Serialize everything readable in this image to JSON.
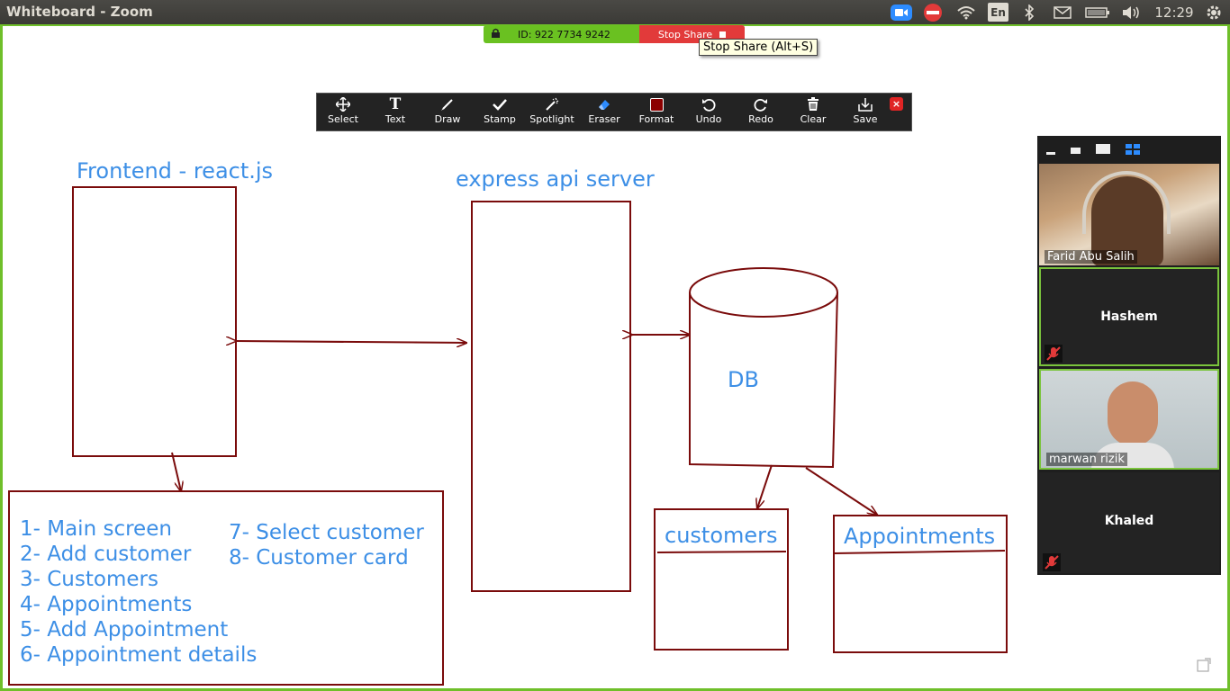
{
  "window": {
    "title": "Whiteboard - Zoom"
  },
  "system_tray": {
    "language": "En",
    "clock": "12:29"
  },
  "share_bar": {
    "meeting_id": "ID: 922 7734 9242",
    "stop_share_label": "Stop Share",
    "tooltip": "Stop Share (Alt+S)"
  },
  "toolbar": {
    "tools": [
      {
        "label": "Select",
        "icon": "move-arrows-icon"
      },
      {
        "label": "Text",
        "icon": "text-T-icon"
      },
      {
        "label": "Draw",
        "icon": "pen-icon"
      },
      {
        "label": "Stamp",
        "icon": "checkmark-icon"
      },
      {
        "label": "Spotlight",
        "icon": "magic-wand-icon"
      },
      {
        "label": "Eraser",
        "icon": "eraser-icon"
      },
      {
        "label": "Format",
        "icon": "color-swatch-icon"
      },
      {
        "label": "Undo",
        "icon": "undo-icon"
      },
      {
        "label": "Redo",
        "icon": "redo-icon"
      },
      {
        "label": "Clear",
        "icon": "trash-icon"
      },
      {
        "label": "Save",
        "icon": "save-icon"
      }
    ],
    "close_label": "×"
  },
  "whiteboard": {
    "frontend_label": "Frontend - react.js",
    "server_label": "express api server",
    "db_label": "DB",
    "customers_label": "customers",
    "appointments_label": "Appointments",
    "screens_left": [
      "1- Main screen",
      "2- Add customer",
      "3- Customers",
      "4- Appointments",
      "5- Add Appointment",
      "6- Appointment details"
    ],
    "screens_right": [
      "7- Select customer",
      "8- Customer card"
    ],
    "ink_color": "#7a0b0b",
    "text_color": "#3d8fe6"
  },
  "participants": [
    {
      "name": "Farid Abu Salih",
      "video": true
    },
    {
      "name": "Hashem",
      "video": false,
      "muted": true
    },
    {
      "name": "marwan rizik",
      "video": true
    },
    {
      "name": "Khaled",
      "video": false,
      "muted": true
    }
  ],
  "colors": {
    "accent_green": "#6fbf2a",
    "stop_red": "#e23a3a",
    "toolbar_bg": "#232323"
  }
}
